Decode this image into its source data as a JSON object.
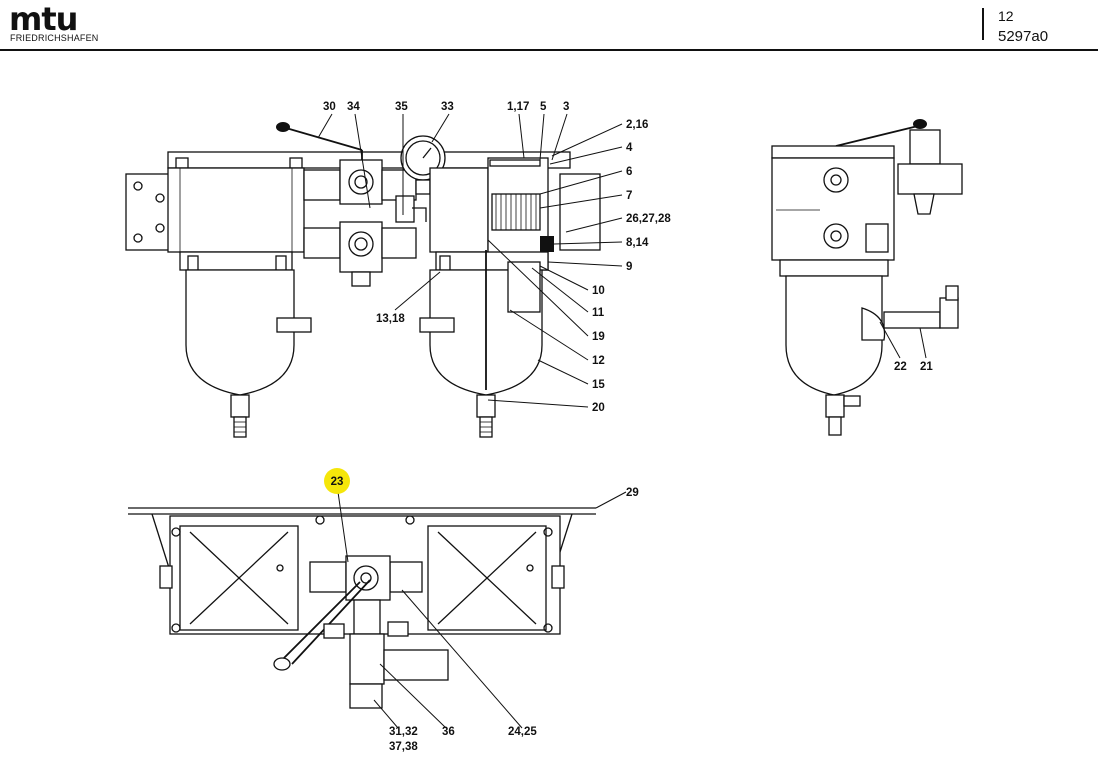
{
  "header": {
    "logo": "mtu",
    "logo_subtitle": "FRIEDRICHSHAFEN",
    "page_number": "12",
    "document_code": "5297a0"
  },
  "callouts": {
    "c30": "30",
    "c34": "34",
    "c35": "35",
    "c33": "33",
    "c1_17": "1,17",
    "c5": "5",
    "c3": "3",
    "c2_16": "2,16",
    "c4": "4",
    "c6": "6",
    "c7": "7",
    "c26_27_28": "26,27,28",
    "c8_14": "8,14",
    "c9": "9",
    "c10": "10",
    "c11": "11",
    "c19": "19",
    "c12": "12",
    "c15": "15",
    "c20": "20",
    "c13_18": "13,18",
    "c22": "22",
    "c21": "21",
    "c23": "23",
    "c29": "29",
    "c31_32": "31,32",
    "c37_38": "37,38",
    "c36": "36",
    "c24_25": "24,25"
  },
  "colors": {
    "ink": "#111111",
    "highlight": "#f5e60a"
  }
}
